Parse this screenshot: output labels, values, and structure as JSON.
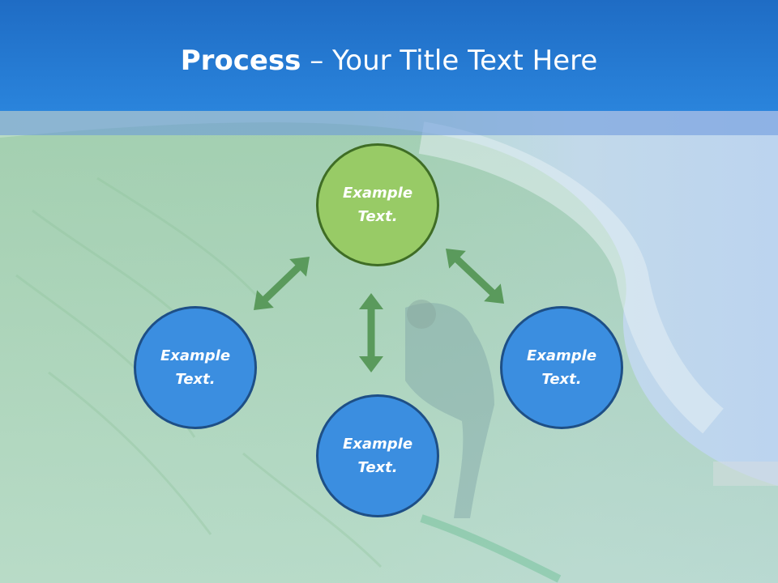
{
  "slide": {
    "title_bold": "Process",
    "title_rest": " – Your Title Text Here"
  },
  "diagram": {
    "nodes": [
      {
        "id": "top",
        "label": "Example Text.",
        "color": "#98cb66"
      },
      {
        "id": "left",
        "label": "Example Text.",
        "color": "#3b8ee0"
      },
      {
        "id": "bottom",
        "label": "Example Text.",
        "color": "#3b8ee0"
      },
      {
        "id": "right",
        "label": "Example Text.",
        "color": "#3b8ee0"
      }
    ],
    "arrow_color": "#5a9a5c"
  }
}
